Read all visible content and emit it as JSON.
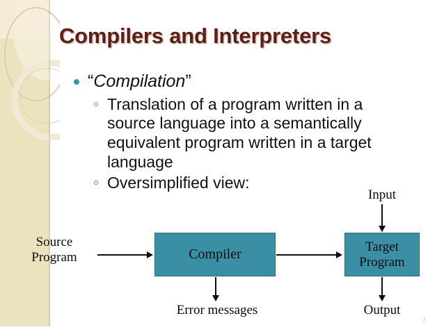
{
  "slide": {
    "title": "Compilers and Interpreters",
    "page_number": "2",
    "title_color": "#5c2015",
    "accent_color": "#3b93ab",
    "box_fill_color": "#3a8fa4",
    "sidebar_color": "#ece2bd",
    "background_color": "#ffffff"
  },
  "bullets": [
    {
      "level": 1,
      "marker": "filled-disc",
      "open_quote": "“",
      "emphasis": "Compilation",
      "close_quote": "”"
    },
    {
      "level": 2,
      "marker": "hollow-circle",
      "text": "Translation of a program written in a source language into a semantically equivalent program written in a target language"
    },
    {
      "level": 2,
      "marker": "hollow-circle",
      "text": "Oversimplified view:"
    }
  ],
  "diagram": {
    "boxes": [
      {
        "id": "compiler",
        "label": "Compiler"
      },
      {
        "id": "target-program",
        "label_line1": "Target",
        "label_line2": "Program"
      }
    ],
    "labels": {
      "source_program_line1": "Source",
      "source_program_line2": "Program",
      "input": "Input",
      "error_messages": "Error messages",
      "output": "Output"
    },
    "arrows": [
      {
        "id": "source-to-compiler",
        "direction": "right"
      },
      {
        "id": "compiler-to-target",
        "direction": "right"
      },
      {
        "id": "input-to-target",
        "direction": "down"
      },
      {
        "id": "compiler-to-error",
        "direction": "down"
      },
      {
        "id": "target-to-output",
        "direction": "down"
      }
    ]
  }
}
